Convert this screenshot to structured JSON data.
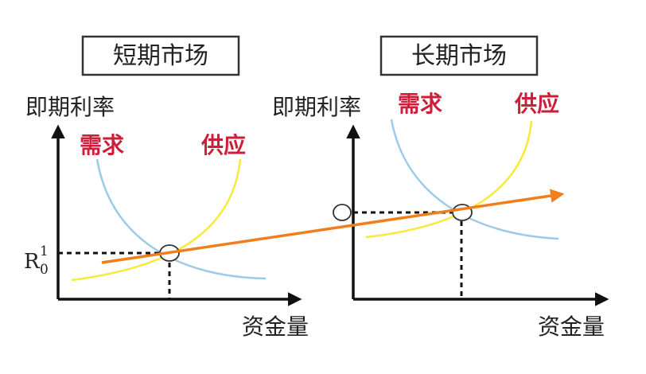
{
  "short_panel": {
    "title": "短期市场",
    "y_axis_label": "即期利率",
    "x_axis_label": "资金量",
    "demand_label": "需求",
    "supply_label": "供应",
    "rate_tick": {
      "base": "R",
      "sup": "1",
      "sub": "0"
    }
  },
  "long_panel": {
    "title": "长期市场",
    "y_axis_label": "即期利率",
    "x_axis_label": "资金量",
    "demand_label": "需求",
    "supply_label": "供应"
  },
  "colors": {
    "demand_curve": "#9ccbea",
    "supply_curve": "#f6ea3c",
    "curve_label": "#cc1f3a",
    "shift_arrow": "#f07f1b",
    "axis": "#111111"
  }
}
